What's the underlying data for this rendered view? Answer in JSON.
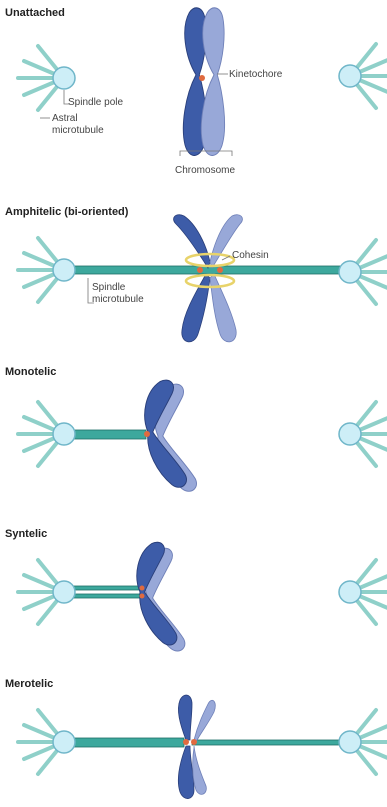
{
  "panels": [
    {
      "id": "unattached",
      "title": "Unattached"
    },
    {
      "id": "amphitelic",
      "title": "Amphitelic (bi-oriented)"
    },
    {
      "id": "monotelic",
      "title": "Monotelic"
    },
    {
      "id": "syntelic",
      "title": "Syntelic"
    },
    {
      "id": "merotelic",
      "title": "Merotelic"
    }
  ],
  "labels": {
    "kinetochore": "Kinetochore",
    "spindle_pole": "Spindle pole",
    "astral_line1": "Astral",
    "astral_line2": "microtubule",
    "chromosome": "Chromosome",
    "cohesin": "Cohesin",
    "spindle_mt_line1": "Spindle",
    "spindle_mt_line2": "microtubule"
  },
  "colors": {
    "chromatid_dark": "#3d5ca8",
    "chromatid_light": "#98a8d8",
    "microtubule": "#3da89d",
    "pole": "#cdeef7",
    "kinetochore": "#e06a3f",
    "cohesin": "#e8d36a"
  }
}
